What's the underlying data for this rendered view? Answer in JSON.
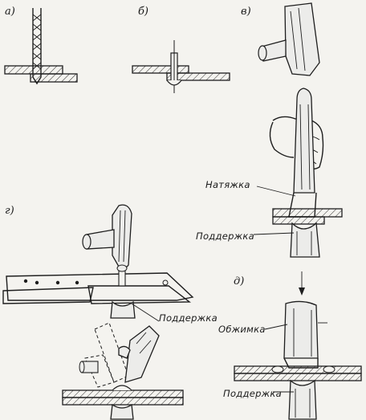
{
  "labels": {
    "a": "а)",
    "b": "б)",
    "v": "в)",
    "g": "г)",
    "d": "д)",
    "natyazhka": "Натяжка",
    "poddershka_v": "Поддержка",
    "poddershka_g": "Поддержка",
    "obzhimka": "Обжимка",
    "poddershka_d": "Поддержка"
  },
  "palette": {
    "paper": "#f4f3ef",
    "ink": "#1e1e1e"
  }
}
